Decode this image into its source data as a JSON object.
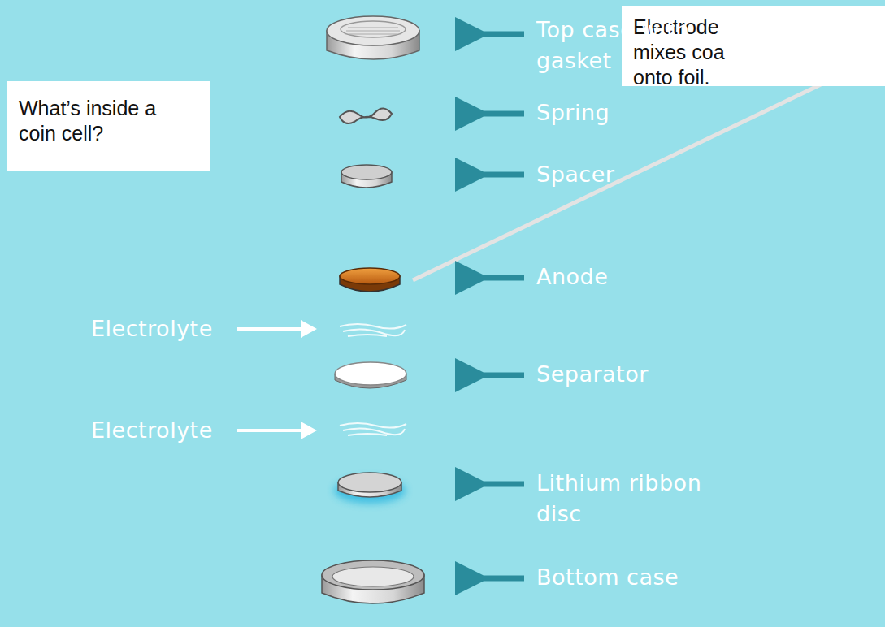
{
  "diagram": {
    "nodes": [
      {
        "text": [
          "Electrode mixes coa onto foil."
        ]
      },
      {
        "text": [
          "What’s inside a coin cell?"
        ]
      }
    ],
    "labels": [
      "Top case with gasket",
      "Spring",
      "Spacer",
      "Anode",
      "Electrolyte",
      "Separator",
      "Electrolyte",
      "Lithium ribbon disc",
      "Bottom case"
    ]
  }
}
